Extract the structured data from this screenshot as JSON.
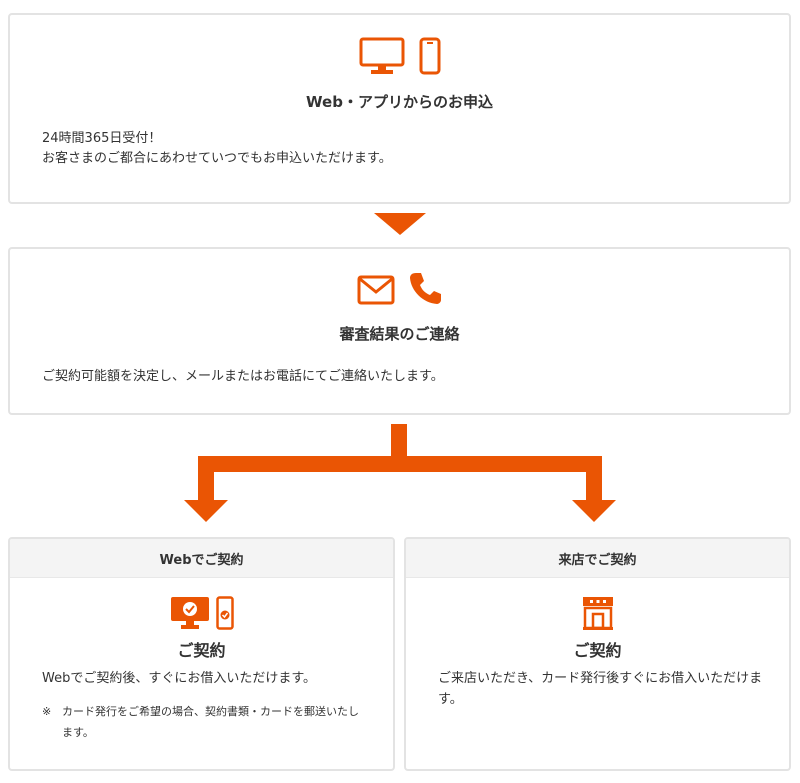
{
  "colors": {
    "accent": "#ea5504",
    "border": "#e3e3e3",
    "header_bg": "#f4f4f4",
    "text": "#333333"
  },
  "step1": {
    "icons": [
      "monitor-icon",
      "smartphone-icon"
    ],
    "title": "Web・アプリからのお申込",
    "text_line1": "24時間365日受付！",
    "text_line2": "お客さまのご都合にあわせていつでもお申込いただけます。"
  },
  "step2": {
    "icons": [
      "envelope-icon",
      "phone-handset-icon"
    ],
    "title": "審査結果のご連絡",
    "text": "ご契約可能額を決定し、メールまたはお電話にてご連絡いたします。"
  },
  "web_contract": {
    "header": "Webでご契約",
    "icons": [
      "monitor-check-icon",
      "smartphone-check-icon"
    ],
    "title": "ご契約",
    "text": "Webでご契約後、すぐにお借入いただけます。",
    "note_mark": "※",
    "note": "カード発行をご希望の場合、契約書類・カードを郵送いたします。"
  },
  "store_contract": {
    "header": "来店でご契約",
    "icons": [
      "store-icon"
    ],
    "title": "ご契約",
    "text": "ご来店いただき、カード発行後すぐにお借入いただけます。"
  }
}
